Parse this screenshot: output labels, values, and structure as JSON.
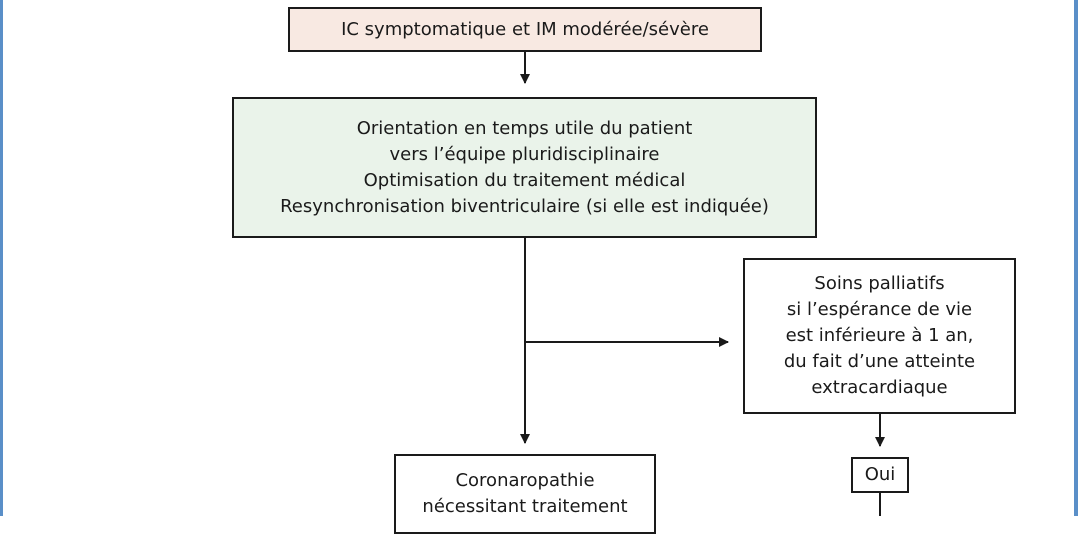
{
  "nodes": {
    "top": {
      "lines": [
        "IC symptomatique et IM modérée/sévère"
      ],
      "fill": "#f8e9e2"
    },
    "green": {
      "lines": [
        "Orientation en temps utile du patient",
        "vers l’équipe pluridisciplinaire",
        "Optimisation du traitement médical",
        "Resynchronisation biventriculaire (si elle est indiquée)"
      ],
      "fill": "#eaf3ea"
    },
    "palliative": {
      "lines": [
        "Soins palliatifs",
        "si l’espérance de vie",
        "est inférieure à 1 an,",
        "du fait d’une atteinte",
        "extracardiaque"
      ]
    },
    "oui": {
      "lines": [
        "Oui"
      ]
    },
    "coronaro": {
      "lines": [
        "Coronaropathie",
        "nécessitant traitement"
      ]
    }
  },
  "colors": {
    "frame": "#5a8fc8",
    "stroke": "#1a1a1a"
  }
}
